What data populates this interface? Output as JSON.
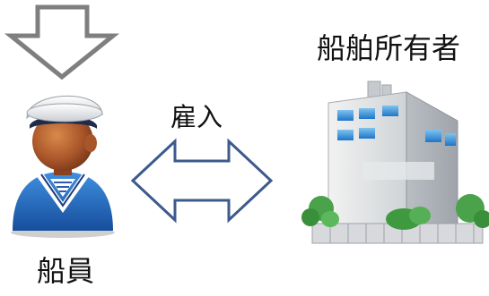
{
  "labels": {
    "owner": "船舶所有者",
    "hire": "雇入",
    "crew": "船員"
  },
  "colors": {
    "arrow_stroke": "#7f7f7f",
    "exchange_arrow_stroke": "#3d5a8c",
    "text": "#111111"
  },
  "icons": {
    "down_arrow": "down-arrow-icon",
    "sailor": "sailor-icon",
    "exchange_arrow": "double-arrow-icon",
    "building": "building-icon"
  }
}
